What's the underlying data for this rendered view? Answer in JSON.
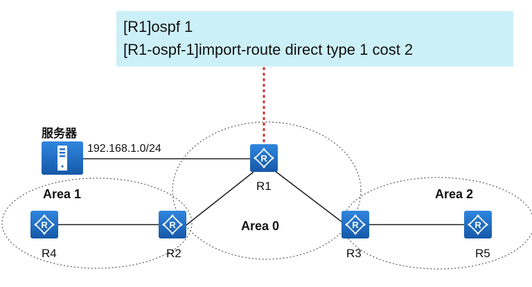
{
  "command_box": {
    "line1": "[R1]ospf 1",
    "line2": "[R1-ospf-1]import-route direct type 1 cost 2"
  },
  "server": {
    "label": "服务器",
    "network": "192.168.1.0/24"
  },
  "areas": {
    "area0": "Area 0",
    "area1": "Area 1",
    "area2": "Area 2"
  },
  "routers": {
    "r1": "R1",
    "r2": "R2",
    "r3": "R3",
    "r4": "R4",
    "r5": "R5"
  },
  "colors": {
    "router_fill": "#1e6fc9",
    "command_bg": "#ccf0f8",
    "dashed_connector": "#d32f2f"
  },
  "icons": {
    "router": "router-icon",
    "server": "server-icon"
  }
}
